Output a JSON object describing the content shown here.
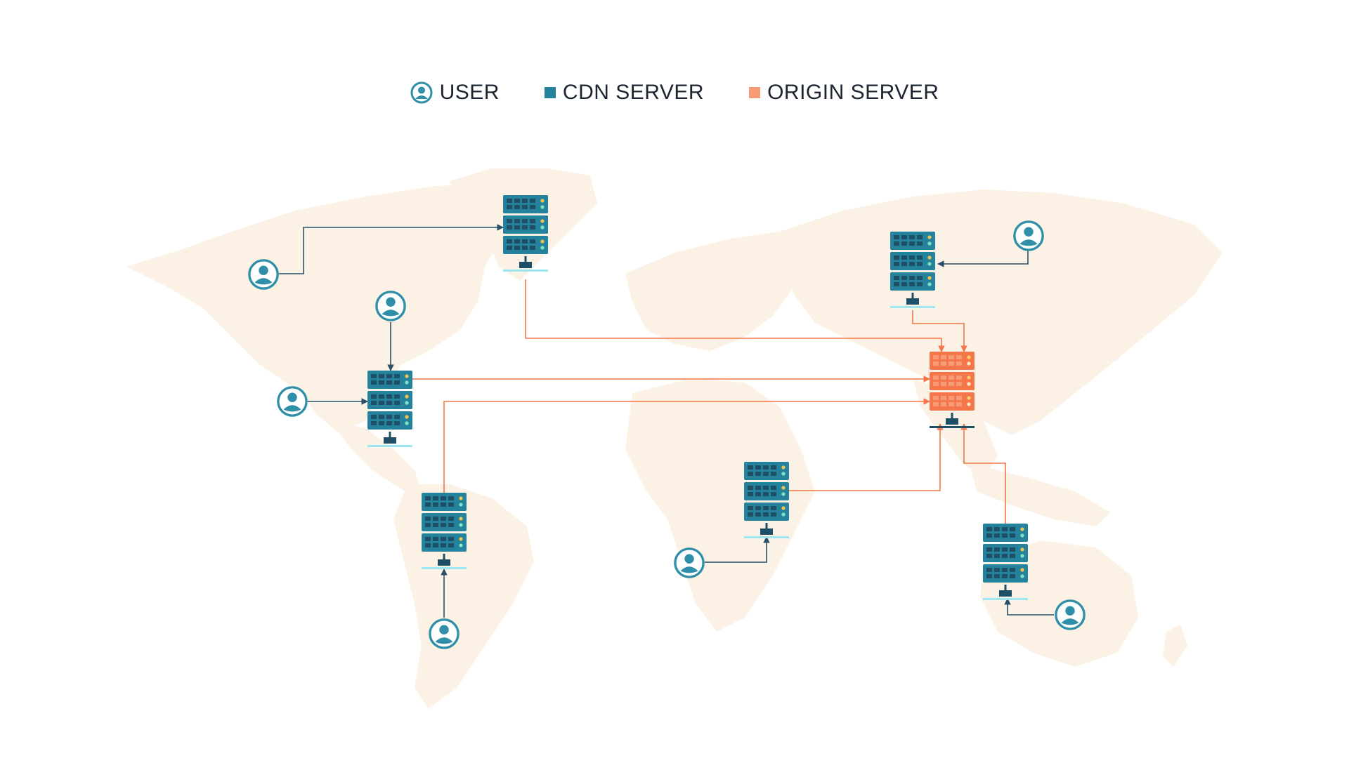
{
  "legend": {
    "user_label": "USER",
    "cdn_label": "CDN SERVER",
    "origin_label": "ORIGIN SERVER"
  },
  "colors": {
    "user": "#2f8fa8",
    "cdn": "#25829c",
    "cdn_dark": "#1f4f67",
    "origin": "#f4764a",
    "origin_light": "#f79a77",
    "map": "#fbf1e4",
    "user_link": "#2a4f68",
    "origin_link": "#f4764a",
    "base": "#9ce7ef"
  },
  "icons": {
    "user": "user-icon",
    "cdn": "cdn-server-icon",
    "origin": "origin-server-icon"
  },
  "nodes": {
    "cdn_servers": [
      "cdn-server-north-america",
      "cdn-server-greenland",
      "cdn-server-russia",
      "cdn-server-south-america",
      "cdn-server-africa",
      "cdn-server-australia"
    ],
    "origin_server": "origin-server-asia",
    "users": [
      "user-canada",
      "user-usa-west",
      "user-usa-north",
      "user-siberia",
      "user-south-america",
      "user-africa",
      "user-australia"
    ]
  }
}
